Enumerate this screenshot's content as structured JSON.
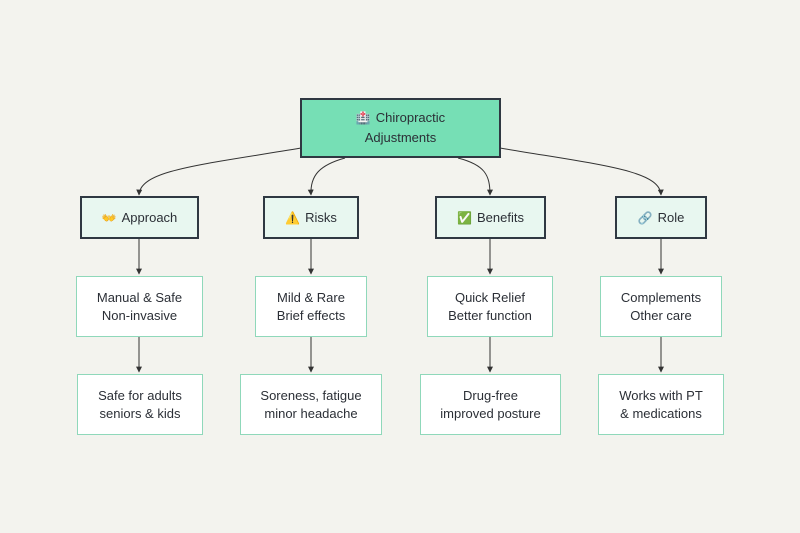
{
  "root": {
    "icon": "🏥",
    "lines": [
      "Chiropractic",
      "Adjustments"
    ]
  },
  "categories": [
    {
      "icon": "👐",
      "label": "Approach",
      "level1": [
        "Manual & Safe",
        "Non-invasive"
      ],
      "level2": [
        "Safe for adults",
        "seniors & kids"
      ]
    },
    {
      "icon": "⚠️",
      "label": "Risks",
      "level1": [
        "Mild & Rare",
        "Brief effects"
      ],
      "level2": [
        "Soreness, fatigue",
        "minor headache"
      ]
    },
    {
      "icon": "✅",
      "label": "Benefits",
      "level1": [
        "Quick Relief",
        "Better function"
      ],
      "level2": [
        "Drug-free",
        "improved posture"
      ]
    },
    {
      "icon": "🔗",
      "label": "Role",
      "level1": [
        "Complements",
        "Other care"
      ],
      "level2": [
        "Works with PT",
        "& medications"
      ]
    }
  ],
  "colors": {
    "root_fill": "#76dfb5",
    "category_fill": "#e8f7f0",
    "leaf_border": "#8fd8ba",
    "edge": "#333333",
    "background": "#f3f3ee"
  }
}
